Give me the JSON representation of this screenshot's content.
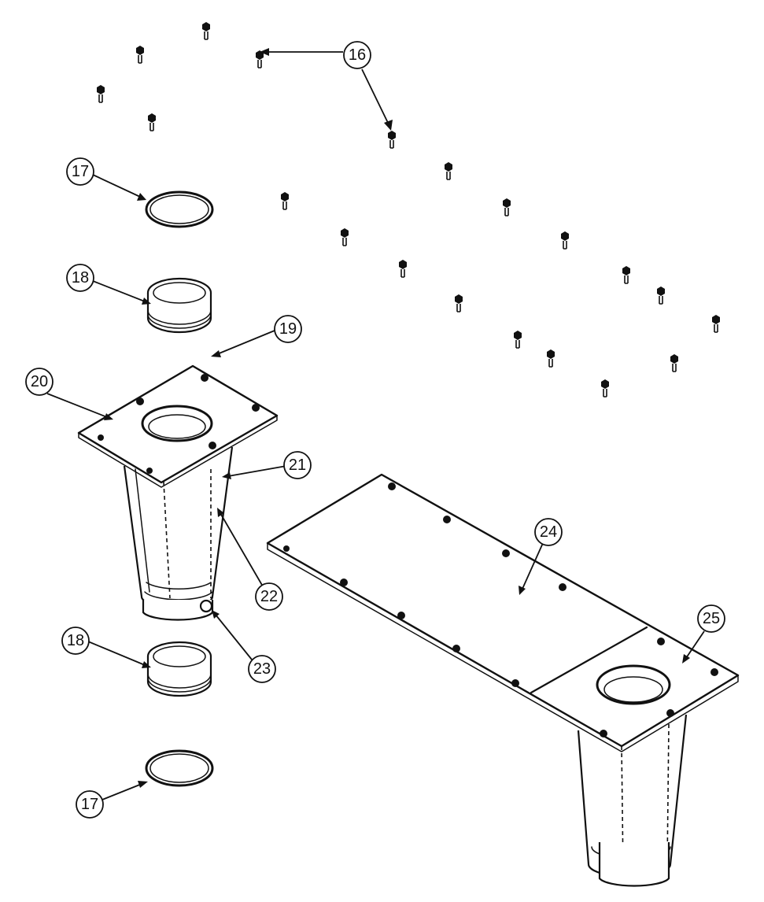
{
  "diagram": {
    "callouts": [
      {
        "id": "c16",
        "label": "16"
      },
      {
        "id": "c17a",
        "label": "17"
      },
      {
        "id": "c17b",
        "label": "17"
      },
      {
        "id": "c18a",
        "label": "18"
      },
      {
        "id": "c18b",
        "label": "18"
      },
      {
        "id": "c19",
        "label": "19"
      },
      {
        "id": "c20",
        "label": "20"
      },
      {
        "id": "c21",
        "label": "21"
      },
      {
        "id": "c22",
        "label": "22"
      },
      {
        "id": "c23",
        "label": "23"
      },
      {
        "id": "c24",
        "label": "24"
      },
      {
        "id": "c25",
        "label": "25"
      }
    ],
    "parts": {
      "bolt_icon": "bolt-icon",
      "ring_icon": "ring-icon",
      "sleeve_icon": "sleeve-icon",
      "plate_icon": "flange-plate-icon",
      "tube_icon": "tapered-tube-icon"
    }
  }
}
